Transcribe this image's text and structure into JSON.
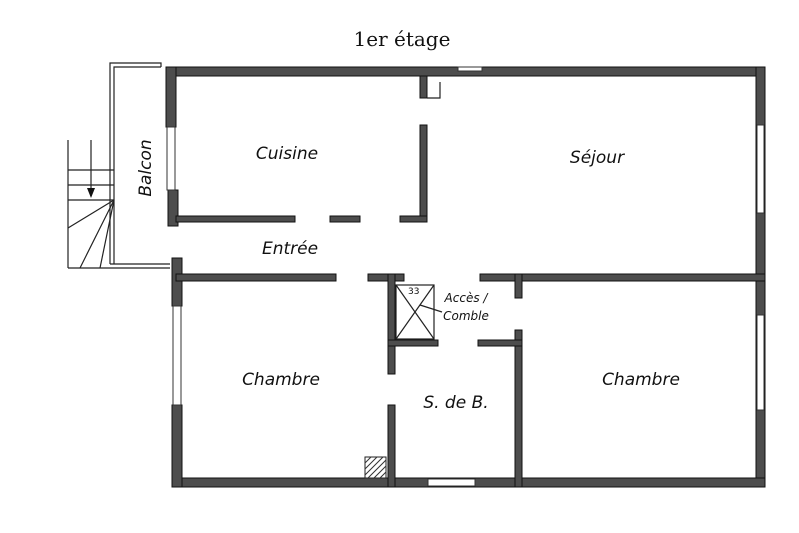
{
  "title": "1er étage",
  "rooms": {
    "cuisine": "Cuisine",
    "sejour": "Séjour",
    "balcon": "Balcon",
    "entree": "Entrée",
    "acces_line1": "Accès /",
    "acces_line2": "Comble",
    "chambre_left": "Chambre",
    "sdb": "S. de B.",
    "chambre_right": "Chambre"
  },
  "hatch_number": "33",
  "colors": {
    "wall": "#4d4d4d",
    "line": "#222222",
    "background": "#ffffff"
  }
}
